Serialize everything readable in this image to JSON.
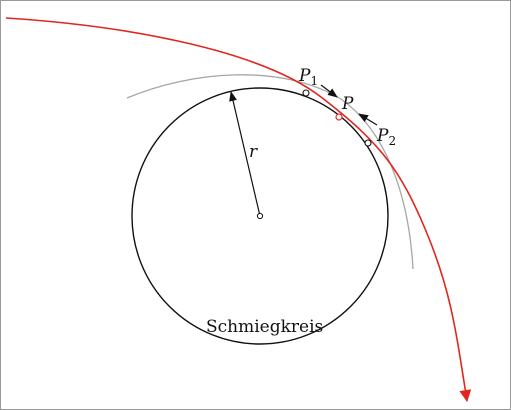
{
  "labels": {
    "point_p": "P",
    "point_p1": "P",
    "point_p1_sub": "1",
    "point_p2": "P",
    "point_p2_sub": "2",
    "radius": "r",
    "circle_name": "Schmiegkreis"
  },
  "colors": {
    "curve": "#e2261f",
    "circle": "#111111",
    "neighbor_arc": "#a6a6a6",
    "border": "#9a9a9a"
  }
}
